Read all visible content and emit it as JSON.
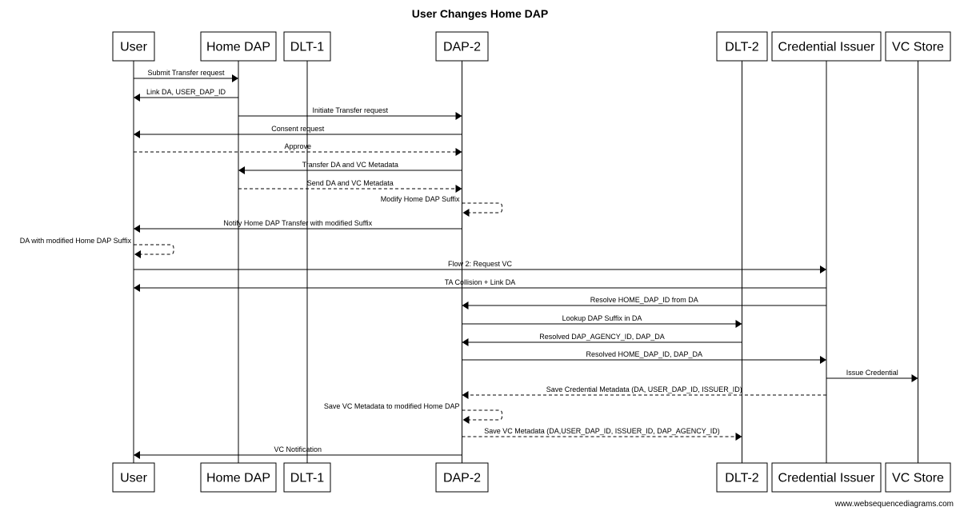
{
  "title": "User Changes Home DAP",
  "footer": "www.websequencediagrams.com",
  "participants": [
    {
      "id": "user",
      "name": "User"
    },
    {
      "id": "homedap",
      "name": "Home DAP"
    },
    {
      "id": "dlt1",
      "name": "DLT-1"
    },
    {
      "id": "dap2",
      "name": "DAP-2"
    },
    {
      "id": "dlt2",
      "name": "DLT-2"
    },
    {
      "id": "issuer",
      "name": "Credential Issuer"
    },
    {
      "id": "vcstore",
      "name": "VC Store"
    }
  ],
  "messages": [
    {
      "from": "user",
      "to": "homedap",
      "label": "Submit Transfer request",
      "style": "solid"
    },
    {
      "from": "homedap",
      "to": "user",
      "label": "Link DA, USER_DAP_ID",
      "style": "solid"
    },
    {
      "from": "homedap",
      "to": "dap2",
      "label": "Initiate Transfer request",
      "style": "solid"
    },
    {
      "from": "dap2",
      "to": "user",
      "label": "Consent request",
      "style": "solid"
    },
    {
      "from": "user",
      "to": "dap2",
      "label": "Approve",
      "style": "dashed"
    },
    {
      "from": "dap2",
      "to": "homedap",
      "label": "Transfer DA and VC Metadata",
      "style": "solid"
    },
    {
      "from": "homedap",
      "to": "dap2",
      "label": "Send DA and VC Metadata",
      "style": "dashed"
    },
    {
      "from": "dap2",
      "to": "dap2",
      "label": "Modify Home DAP Suffix",
      "style": "dashed"
    },
    {
      "from": "dap2",
      "to": "user",
      "label": "Notify Home DAP Transfer with modified Suffix",
      "style": "solid"
    },
    {
      "from": "user",
      "to": "user",
      "label": "DA with modified Home DAP Suffix",
      "style": "dashed"
    },
    {
      "from": "user",
      "to": "issuer",
      "label": "Flow 2: Request VC",
      "style": "solid"
    },
    {
      "from": "issuer",
      "to": "user",
      "label": "TA Collision + Link DA",
      "style": "solid"
    },
    {
      "from": "issuer",
      "to": "dap2",
      "label": "Resolve HOME_DAP_ID from DA",
      "style": "solid"
    },
    {
      "from": "dap2",
      "to": "dlt2",
      "label": "Lookup DAP Suffix in DA",
      "style": "solid"
    },
    {
      "from": "dlt2",
      "to": "dap2",
      "label": "Resolved DAP_AGENCY_ID, DAP_DA",
      "style": "solid"
    },
    {
      "from": "dap2",
      "to": "issuer",
      "label": "Resolved HOME_DAP_ID, DAP_DA",
      "style": "solid"
    },
    {
      "from": "issuer",
      "to": "vcstore",
      "label": "Issue Credential",
      "style": "solid"
    },
    {
      "from": "issuer",
      "to": "dap2",
      "label": "Save Credential Metadata (DA, USER_DAP_ID, ISSUER_ID)",
      "style": "dashed"
    },
    {
      "from": "dap2",
      "to": "dap2",
      "label": "Save VC Metadata to modified Home DAP",
      "style": "dashed"
    },
    {
      "from": "dap2",
      "to": "dlt2",
      "label": "Save VC Metadata (DA,USER_DAP_ID, ISSUER_ID, DAP_AGENCY_ID)",
      "style": "dashed"
    },
    {
      "from": "dap2",
      "to": "user",
      "label": "VC Notification",
      "style": "solid"
    }
  ]
}
